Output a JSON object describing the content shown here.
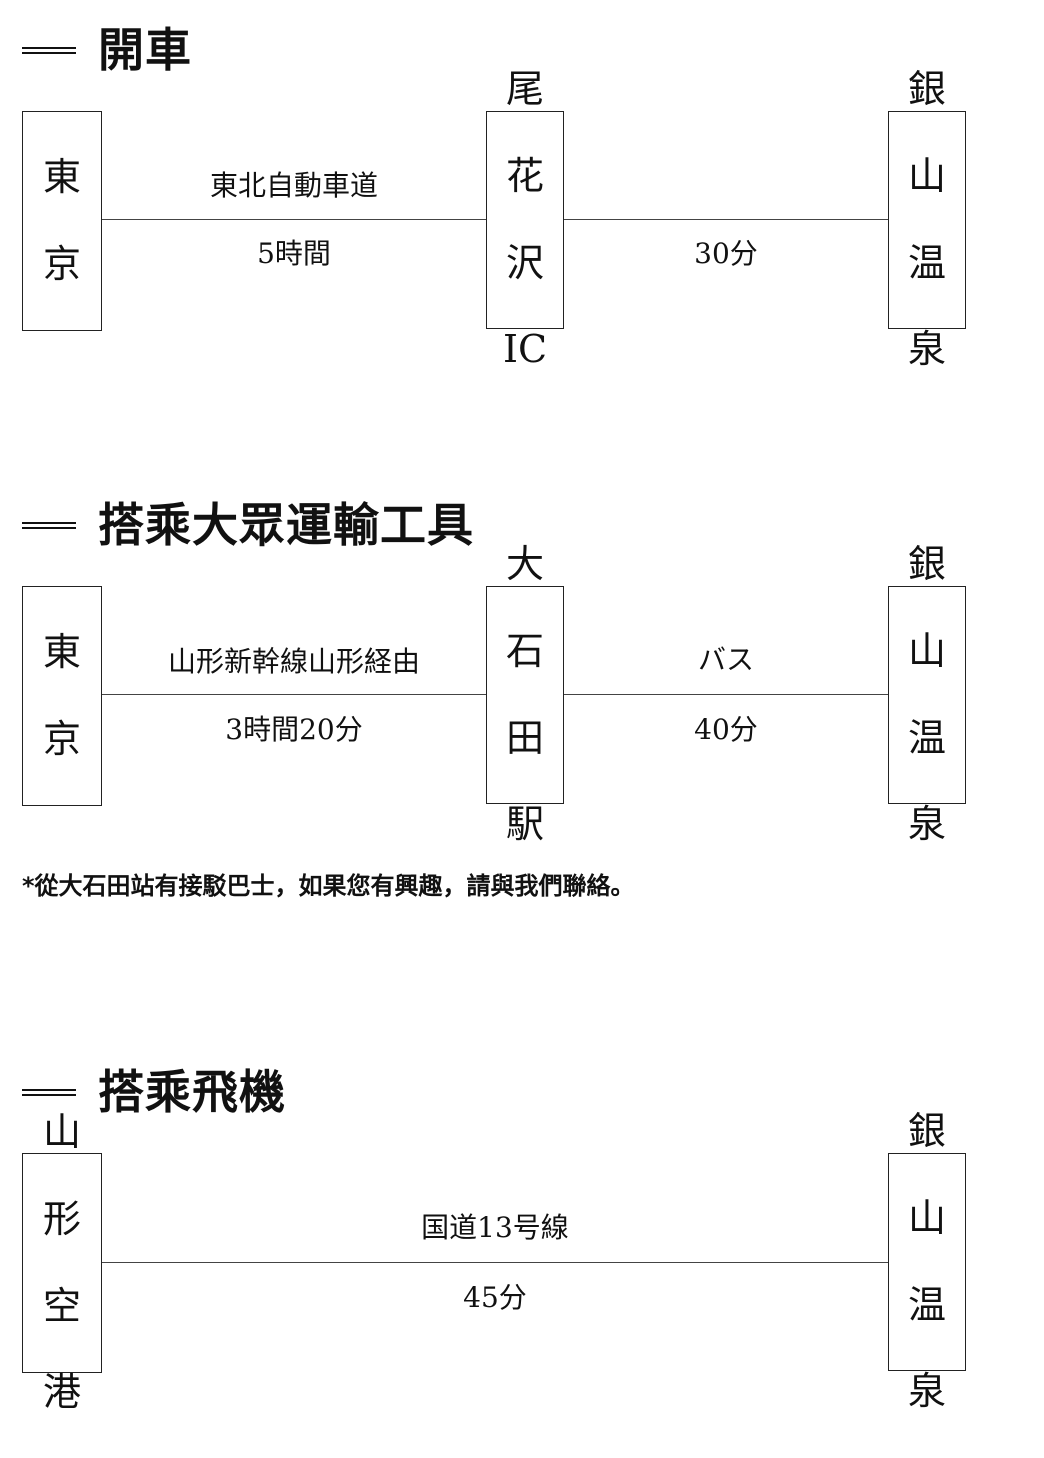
{
  "sections": [
    {
      "title": "開車",
      "nodes": [
        "東京",
        "尾花沢IC",
        "銀山温泉"
      ],
      "legs": [
        {
          "top_label": "東北自動車道",
          "bottom_label": "5時間"
        },
        {
          "top_label": "",
          "bottom_label": "30分"
        }
      ]
    },
    {
      "title": "搭乘大眾運輸工具",
      "nodes": [
        "東京",
        "大石田駅",
        "銀山温泉"
      ],
      "legs": [
        {
          "top_label": "山形新幹線山形経由",
          "bottom_label": "3時間20分"
        },
        {
          "top_label": "バス",
          "bottom_label": "40分"
        }
      ],
      "note": "*從大石田站有接駁巴士，如果您有興趣，請與我們聯絡。"
    },
    {
      "title": "搭乘飛機",
      "nodes": [
        "山形空港",
        "銀山温泉"
      ],
      "legs": [
        {
          "top_label": "国道13号線",
          "bottom_label": "45分"
        }
      ]
    }
  ],
  "node_text": {
    "s1_n1": [
      "東",
      "京"
    ],
    "s1_n2": [
      "尾",
      "花",
      "沢",
      "IC"
    ],
    "s1_n3": [
      "銀",
      "山",
      "温",
      "泉"
    ],
    "s2_n1": [
      "東",
      "京"
    ],
    "s2_n2": [
      "大",
      "石",
      "田",
      "駅"
    ],
    "s2_n3": [
      "銀",
      "山",
      "温",
      "泉"
    ],
    "s3_n1": [
      "山",
      "形",
      "空",
      "港"
    ],
    "s3_n2": [
      "銀",
      "山",
      "温",
      "泉"
    ]
  }
}
